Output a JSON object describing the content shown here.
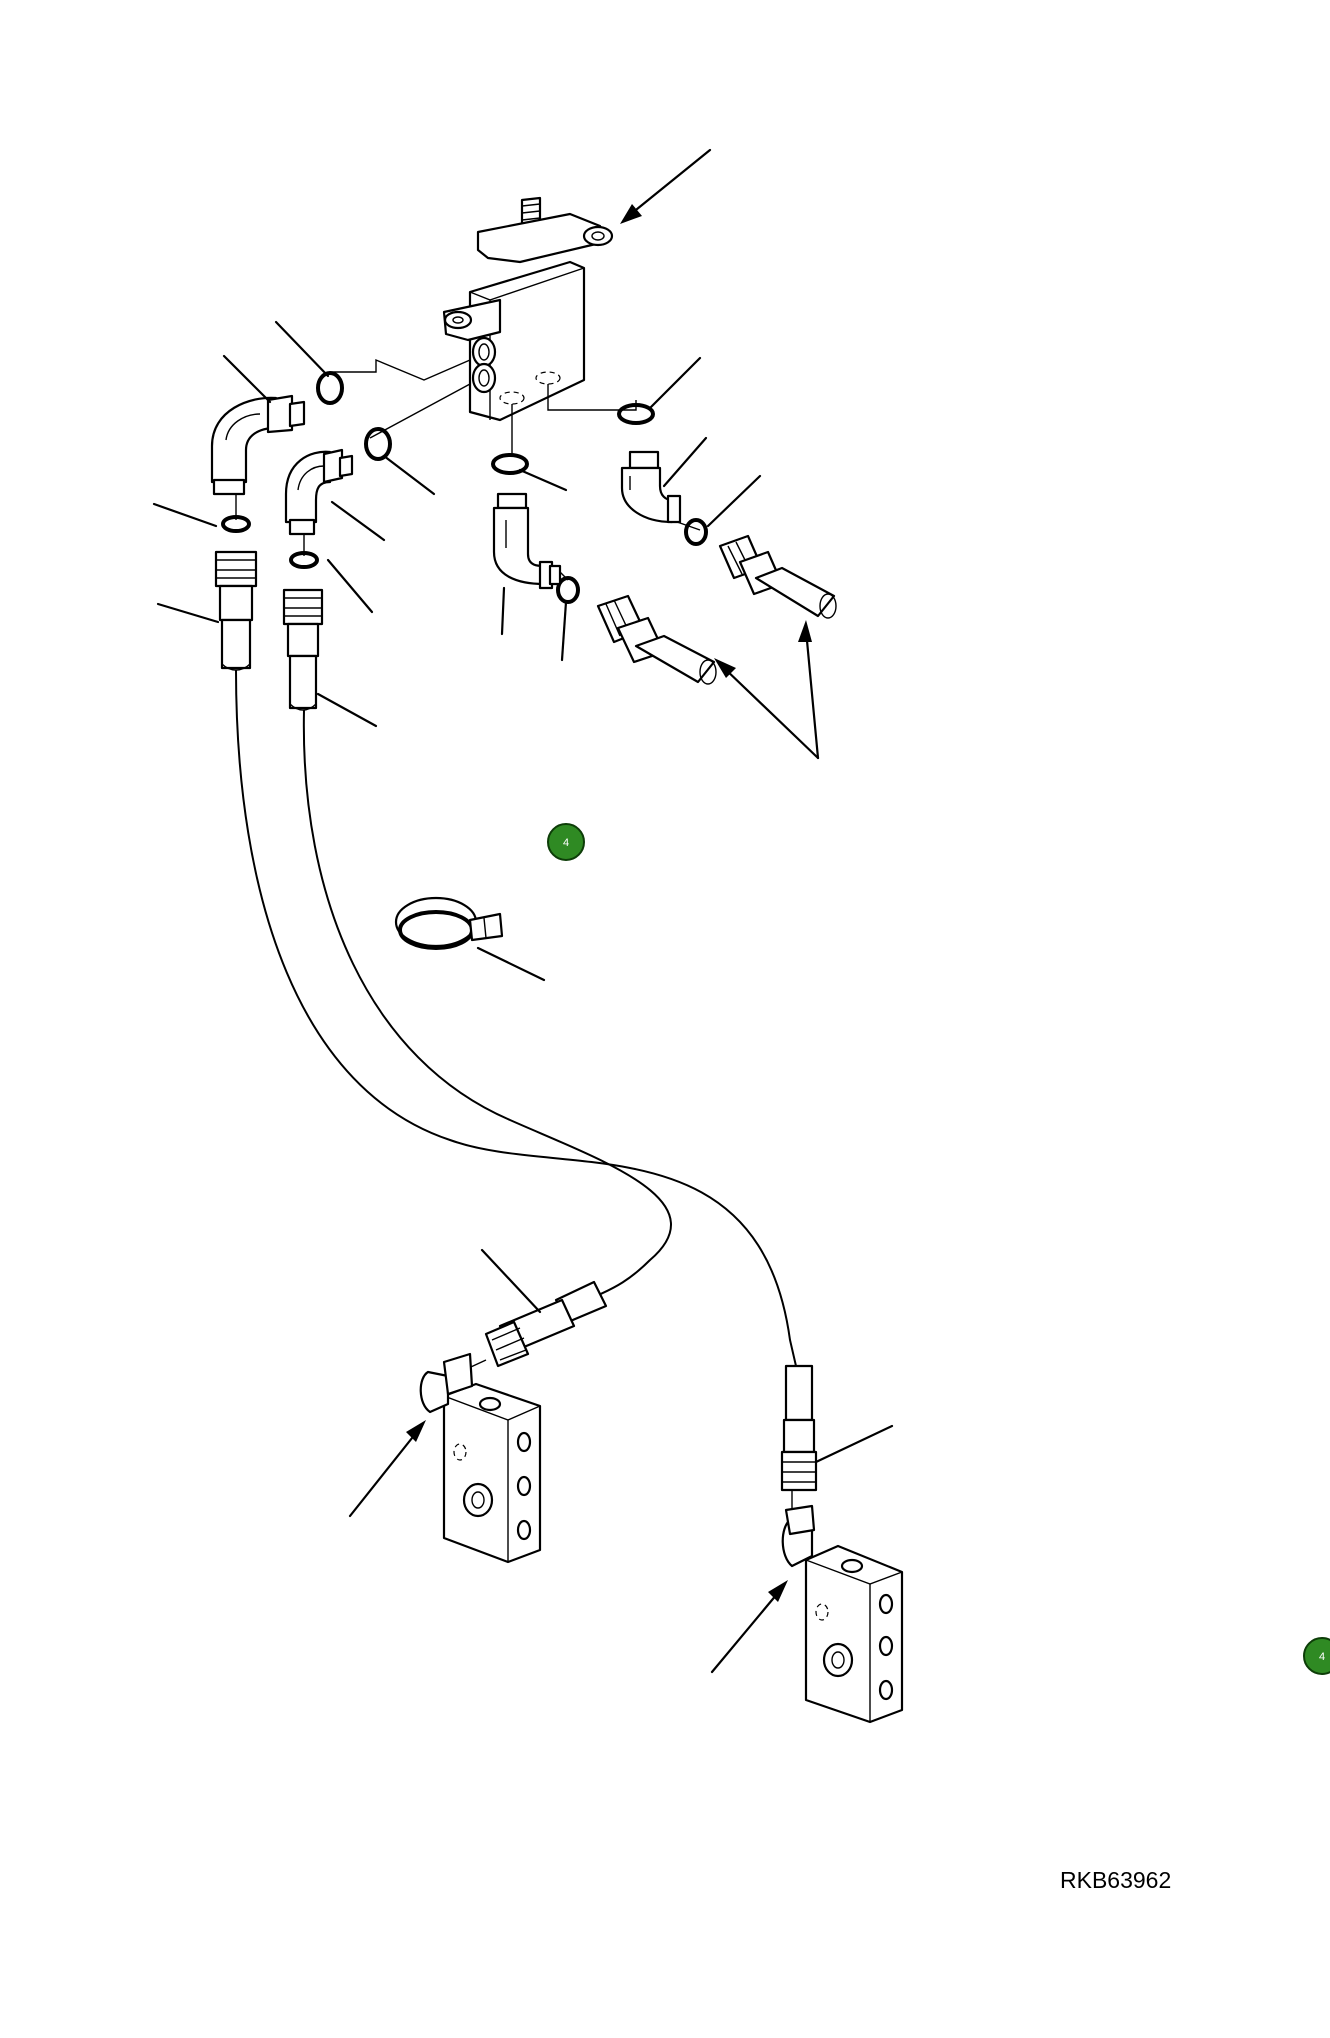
{
  "drawing": {
    "code": "RKB63962",
    "badges": [
      {
        "label": "4"
      },
      {
        "label": "4"
      }
    ]
  },
  "colors": {
    "line": "#000000",
    "badge_fill": "#2f8a23",
    "background": "#ffffff"
  }
}
